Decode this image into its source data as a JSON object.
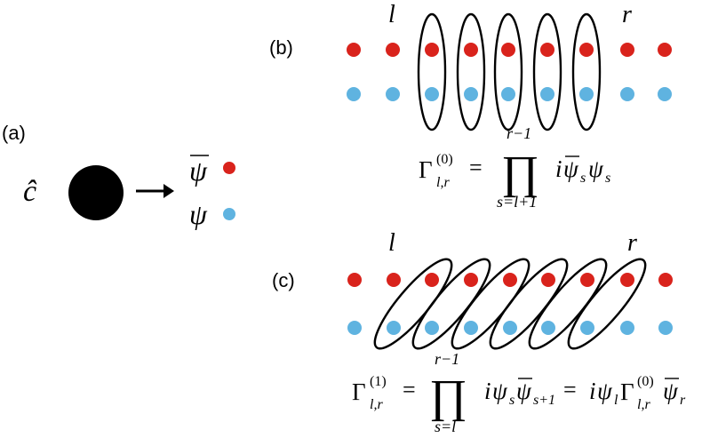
{
  "panels": {
    "a": {
      "label": "(a)",
      "operator": "ĉ",
      "psibar": "ψ",
      "psi": "ψ"
    },
    "b": {
      "label": "(b)",
      "site_l": "l",
      "site_r": "r",
      "formula": {
        "gamma": "Γ",
        "sup": "(0)",
        "sub": "l,r",
        "eq": "=",
        "prod": "∏",
        "upper": "r−1",
        "lower": "s=l+1",
        "i": "i",
        "psibar": "ψ",
        "psibar_sub": "s",
        "psi": "ψ",
        "psi_sub": "s"
      }
    },
    "c": {
      "label": "(c)",
      "site_l": "l",
      "site_r": "r",
      "formula": {
        "gamma": "Γ",
        "sup": "(1)",
        "sub": "l,r",
        "eq": "=",
        "prod": "∏",
        "upper": "r−1",
        "lower": "s=l",
        "i": "i",
        "psi": "ψ",
        "psi_sub": "s",
        "psibar": "ψ",
        "psibar_sub": "s+1",
        "eq2": "=",
        "i2": "i",
        "psi_l": "ψ",
        "psi_l_sub": "l",
        "gamma2": "Γ",
        "gamma2_sup": "(0)",
        "gamma2_sub": "l,r",
        "psibar_r": "ψ",
        "psibar_r_sub": "r"
      }
    }
  },
  "colors": {
    "red_site": "#d9231c",
    "blue_site": "#5fb3e0",
    "black_dot": "#000000"
  },
  "icons": {
    "arrow": "right-arrow-icon"
  }
}
